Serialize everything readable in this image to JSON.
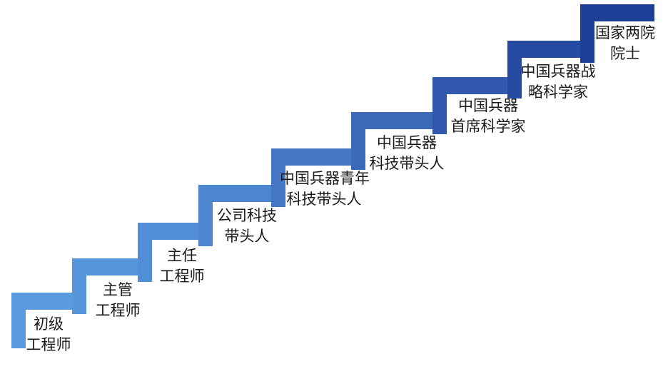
{
  "steps": [
    {
      "line1": "初级",
      "line2": "工程师",
      "color": "#5b9be0"
    },
    {
      "line1": "主管",
      "line2": "工程师",
      "color": "#5896dc"
    },
    {
      "line1": "主任",
      "line2": "工程师",
      "color": "#528ed7"
    },
    {
      "line1": "公司科技",
      "line2": "带头人",
      "color": "#4c85d0"
    },
    {
      "line1": "中国兵器青年",
      "line2": "科技带头人",
      "color": "#4478c6"
    },
    {
      "line1": "中国兵器",
      "line2": "科技带头人",
      "color": "#3a69ba"
    },
    {
      "line1": "中国兵器",
      "line2": "首席科学家",
      "color": "#3059ad"
    },
    {
      "line1": "中国兵器战",
      "line2": "略科学家",
      "color": "#264ba1"
    },
    {
      "line1": "国家两院",
      "line2": "院士",
      "color": "#1d3f96"
    }
  ]
}
